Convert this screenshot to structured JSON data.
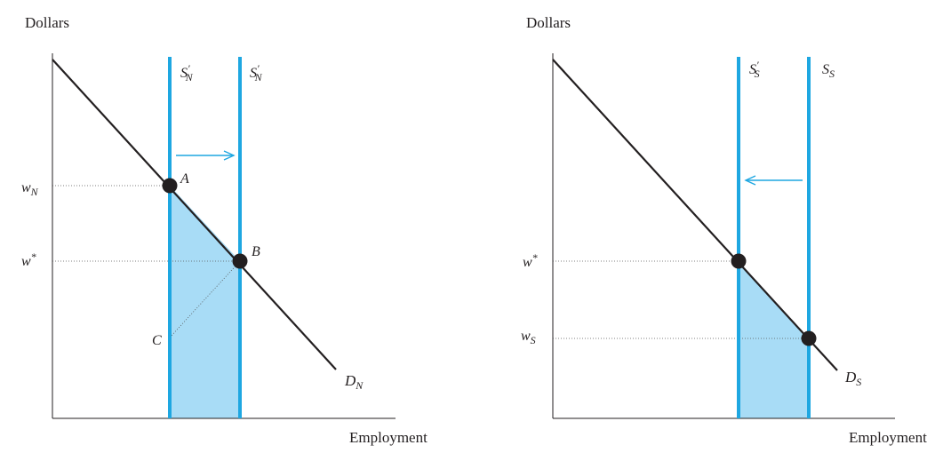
{
  "colors": {
    "supply_line": "#1ea7e1",
    "shaded_area": "#a8dcf6",
    "demand_line": "#231f20",
    "point": "#231f20"
  },
  "left_panel": {
    "y_axis_label": "Dollars",
    "x_axis_label": "Employment",
    "supply_original": {
      "main": "S",
      "sup": "′",
      "sub": "N"
    },
    "supply_shifted": {
      "main": "S",
      "sup": "′",
      "sub": "N"
    },
    "demand": {
      "main": "D",
      "sub": "N"
    },
    "wage_high": {
      "main": "w",
      "sub": "N"
    },
    "wage_eq": {
      "main": "w",
      "sup": "*"
    },
    "point_a": "A",
    "point_b": "B",
    "point_c": "C",
    "arrow_direction": "right"
  },
  "right_panel": {
    "y_axis_label": "Dollars",
    "x_axis_label": "Employment",
    "supply_shifted": {
      "main": "S",
      "sup": "′",
      "sub": "S"
    },
    "supply_original": {
      "main": "S",
      "sub": "S"
    },
    "demand": {
      "main": "D",
      "sub": "S"
    },
    "wage_eq": {
      "main": "w",
      "sup": "*"
    },
    "wage_low": {
      "main": "w",
      "sub": "S"
    },
    "arrow_direction": "left"
  }
}
